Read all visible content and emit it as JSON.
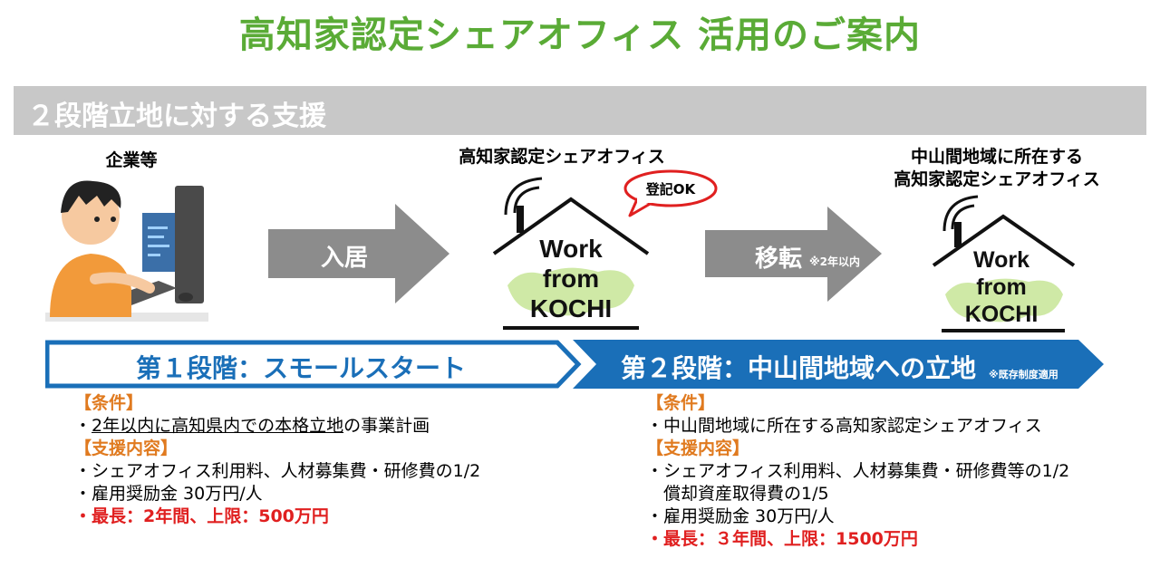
{
  "title": "高知家認定シェアオフィス 活用のご案内",
  "section": {
    "title": "２段階立地に対する支援"
  },
  "col1": {
    "label": "企業等"
  },
  "col2": {
    "label": "高知家認定シェアオフィス",
    "bubble": "登記OK"
  },
  "col3": {
    "label_line1": "中山間地域に所在する",
    "label_line2": "高知家認定シェアオフィス"
  },
  "arrow1": {
    "label": "入居"
  },
  "arrow2": {
    "label": "移転",
    "note": "※2年以内"
  },
  "house": {
    "line1": "Work",
    "line2": "from",
    "line3": "KOCHI"
  },
  "stage1": {
    "label": "第１段階：スモールスタート"
  },
  "stage2": {
    "label": "第２段階：中山間地域への立地",
    "note": "※既存制度適用"
  },
  "left": {
    "cond_header": "【条件】",
    "cond_item_prefix": "・",
    "cond_item": "2年以内に高知県内での本格立地",
    "cond_item_suffix": "の事業計画",
    "support_header": "【支援内容】",
    "support_items": [
      "・シェアオフィス利用料、人材募集費・研修費の1/2",
      "・雇用奨励金 30万円/人"
    ],
    "highlight_prefix": "・",
    "highlight": "最長：2年間、上限：500万円"
  },
  "right": {
    "cond_header": "【条件】",
    "cond_item": "・中山間地域に所在する高知家認定シェアオフィス",
    "support_header": "【支援内容】",
    "support_items": [
      "・シェアオフィス利用料、人材募集費・研修費等の1/2",
      "　償却資産取得費の1/5",
      "・雇用奨励金 30万円/人"
    ],
    "highlight_prefix": "・",
    "highlight": "最長：３年間、上限：1500万円"
  },
  "colors": {
    "title": "#5aab36",
    "section_bar": "#c8c8c8",
    "arrow": "#8c8c8c",
    "stage_blue": "#1a6fb8",
    "orange": "#e07a1f",
    "red": "#e02020",
    "bubble": "#e02020",
    "leaf": "#cfe9a6"
  }
}
